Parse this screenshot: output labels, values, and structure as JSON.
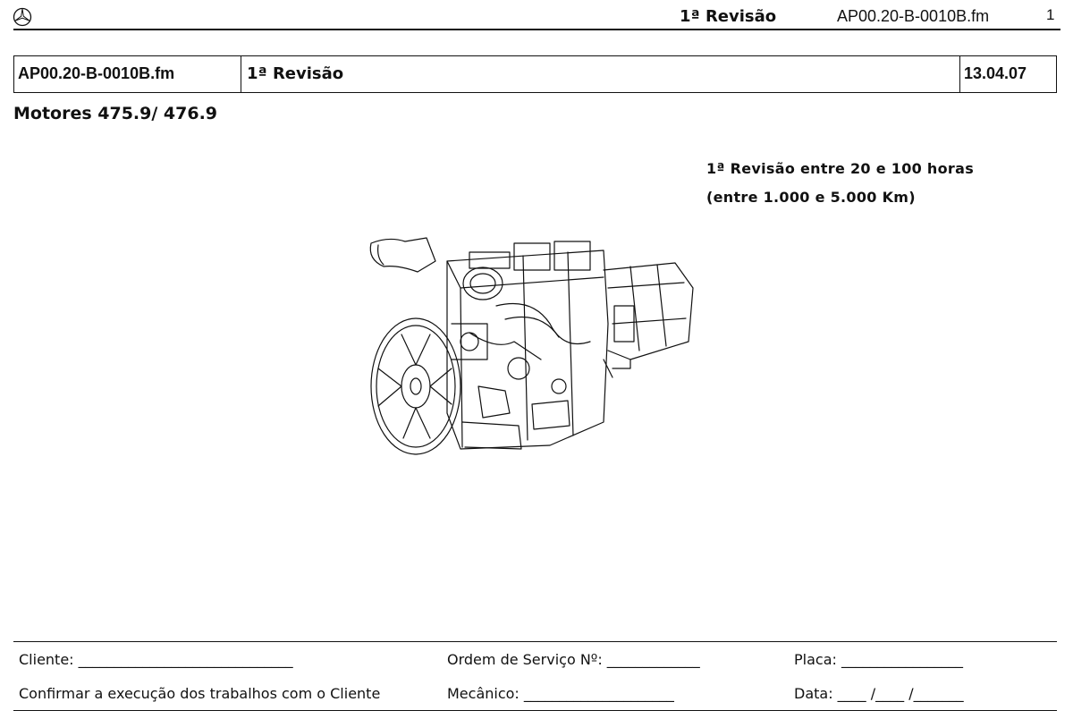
{
  "header": {
    "title": "1ª Revisão",
    "file": "AP00.20-B-0010B.fm",
    "page": "1"
  },
  "title_box": {
    "file": "AP00.20-B-0010B.fm",
    "title": "1ª Revisão",
    "date": "13.04.07"
  },
  "subtitle": "Motores 475.9/ 476.9",
  "revision_note": {
    "line1": "1ª Revisão entre 20 e 100 horas",
    "line2": "(entre 1.000 e 5.000 Km)"
  },
  "footer": {
    "cliente": "Cliente: ______________________________",
    "ordem": "Ordem de Serviço Nº: _____________",
    "placa": "Placa: _________________",
    "confirmar": "Confirmar a execução dos trabalhos com o Cliente",
    "mecanico": "Mecânico: _____________________",
    "data": "Data: ____ /____ /_______"
  },
  "icons": {
    "logo": "three-pointed-star-logo",
    "engine": "engine-illustration"
  }
}
